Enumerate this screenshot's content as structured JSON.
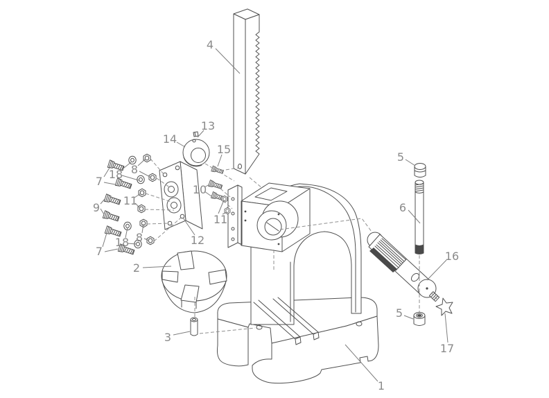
{
  "figure": {
    "kind": "exploded-parts-diagram",
    "background": "#ffffff",
    "line_color": "#4f4f4f",
    "label_color": "#8a8a8a",
    "dash_color": "#8f8f8f"
  },
  "callouts": [
    {
      "text": "4"
    },
    {
      "text": "13"
    },
    {
      "text": "14"
    },
    {
      "text": "15"
    },
    {
      "text": "7"
    },
    {
      "text": "18"
    },
    {
      "text": "8"
    },
    {
      "text": "9"
    },
    {
      "text": "11"
    },
    {
      "text": "10"
    },
    {
      "text": "11"
    },
    {
      "text": "7"
    },
    {
      "text": "18"
    },
    {
      "text": "8"
    },
    {
      "text": "12"
    },
    {
      "text": "2"
    },
    {
      "text": "3"
    },
    {
      "text": "1"
    },
    {
      "text": "5"
    },
    {
      "text": "6"
    },
    {
      "text": "16"
    },
    {
      "text": "5"
    },
    {
      "text": "17"
    }
  ]
}
